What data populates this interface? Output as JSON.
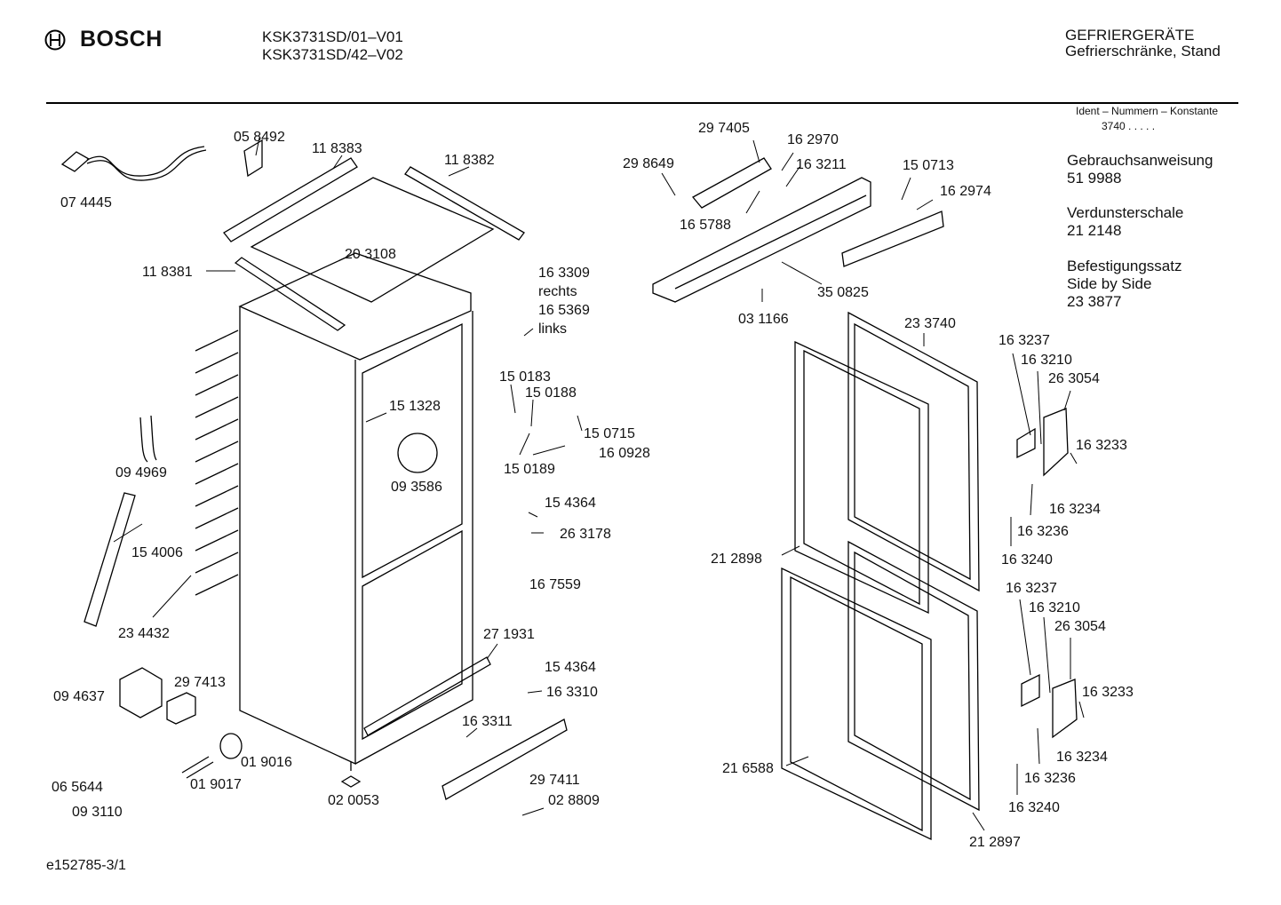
{
  "header": {
    "brand": "BOSCH",
    "model_1": "KSK3731SD/01–V01",
    "model_2": "KSK3731SD/42–V02",
    "category": "GEFRIERGERÄTE",
    "subcategory": "Gefrierschränke, Stand"
  },
  "ident": {
    "label": "Ident – Nummern – Konstante",
    "value": "3740  .  .  .  .  ."
  },
  "side_notes": [
    {
      "title": "Gebrauchsanweisung",
      "lines": [
        "51 9988"
      ]
    },
    {
      "title": "Verdunsterschale",
      "lines": [
        "21 2148"
      ]
    },
    {
      "title": "Befestigungssatz",
      "lines": [
        "Side by Side",
        "23 3877"
      ]
    }
  ],
  "parts": [
    "07 4445",
    "05 8492",
    "11 8383",
    "11 8382",
    "20 3108",
    "11 8381",
    "16 3309",
    "rechts",
    "16 5369",
    "links",
    "15 1328",
    "09 3586",
    "09 4969",
    "15 4006",
    "23 4432",
    "15 0183",
    "15 0188",
    "15 0715",
    "16 0928",
    "15 0189",
    "15 4364",
    "26 3178",
    "16 7559",
    "27 1931",
    "15 4364",
    "16 3310",
    "16 3311",
    "29 7411",
    "02 8809",
    "02 0053",
    "09 4637",
    "29 7413",
    "06 5644",
    "09 3110",
    "01 9017",
    "01 9016",
    "29 7405",
    "16 2970",
    "29 8649",
    "16 3211",
    "15 0713",
    "16 2974",
    "16 5788",
    "35 0825",
    "03 1166",
    "23 3740",
    "21 2898",
    "21 6588",
    "21 2897",
    "16 3237",
    "16 3210",
    "26 3054",
    "16 3233",
    "16 3234",
    "16 3236",
    "16 3240",
    "16 3237",
    "16 3210",
    "26 3054",
    "16 3233",
    "16 3234",
    "16 3236",
    "16 3240"
  ],
  "footer": {
    "code": "e152785-3/1"
  }
}
